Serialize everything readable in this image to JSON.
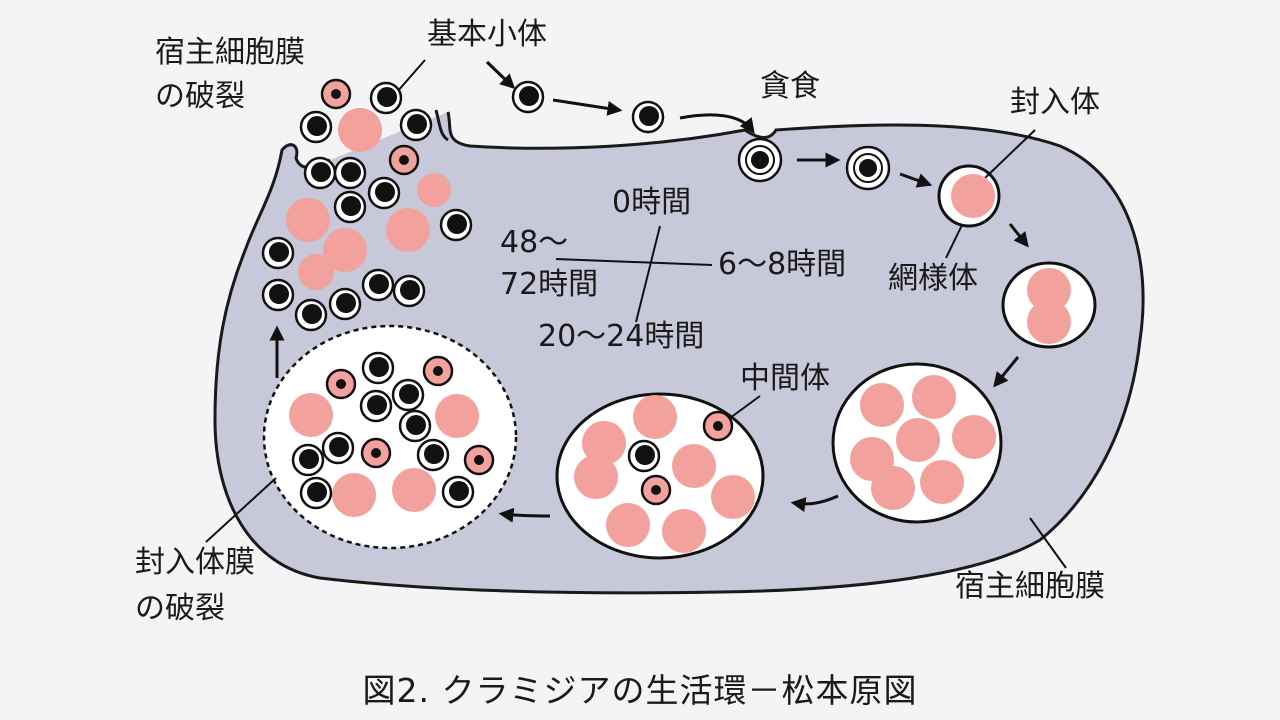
{
  "labels": {
    "host_membrane_rupture": [
      "宿主細胞膜",
      "の破裂"
    ],
    "elementary_body": "基本小体",
    "phagocytosis": "貪食",
    "inclusion_body": "封入体",
    "reticulate_body": "網様体",
    "intermediate_body": "中間体",
    "host_cell_membrane": "宿主細胞膜",
    "inclusion_membrane_rupture": [
      "封入体膜",
      "の破裂"
    ]
  },
  "timeline": {
    "t0": "0時間",
    "t6_8": "6～8時間",
    "t20_24": "20～24時間",
    "t48_72": [
      "48～",
      "72時間"
    ]
  },
  "caption": "図2. クラミジアの生活環－松本原図",
  "colors": {
    "cell_fill": "#c7c8d9",
    "cell_stroke": "#1a1a1a",
    "reticulate": "#f2a19c",
    "elementary_core": "#111111",
    "vacuole_fill": "#ffffff"
  }
}
